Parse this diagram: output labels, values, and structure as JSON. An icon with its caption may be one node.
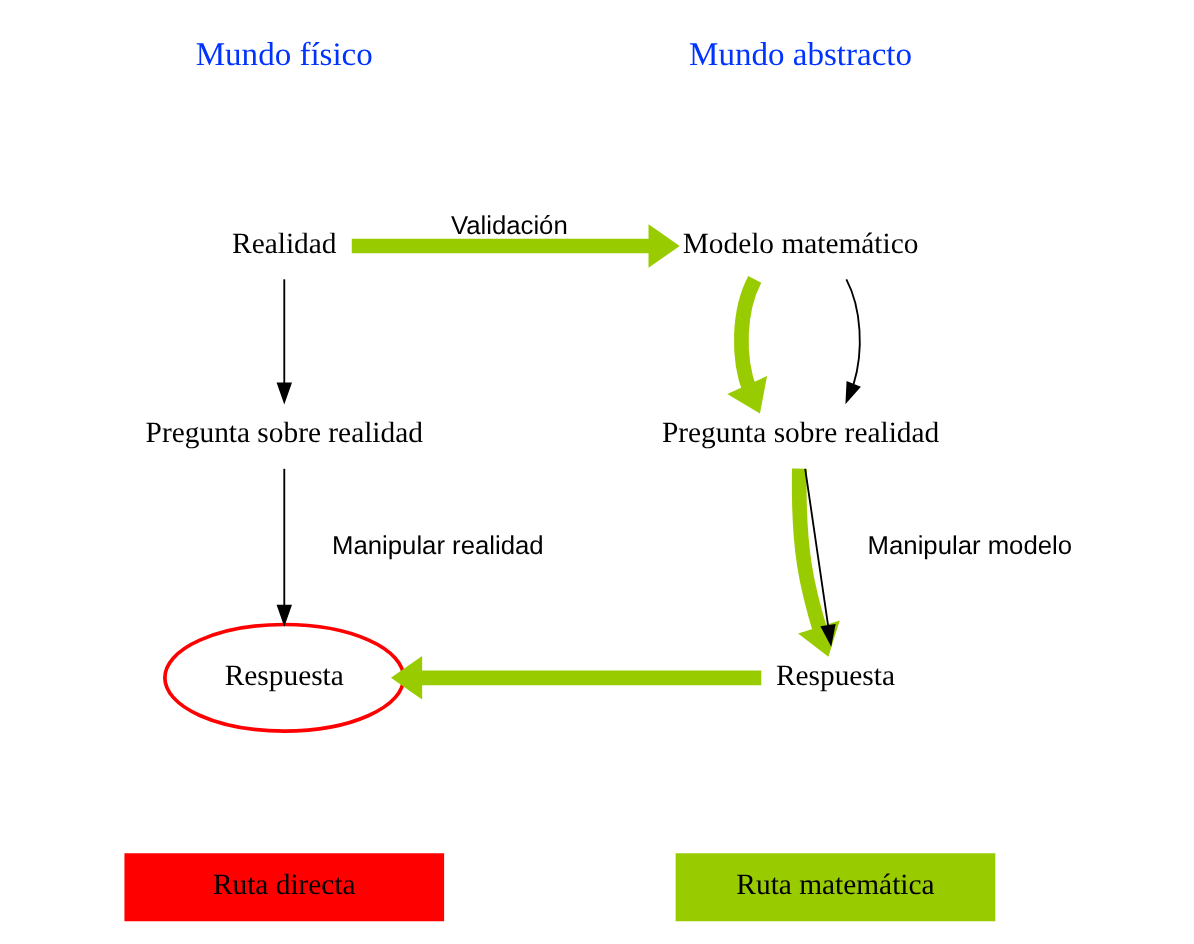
{
  "diagram": {
    "nodes": [
      {
        "text": [
          "Realidad"
        ]
      },
      {
        "text": [
          "Pregunta sobre realidad"
        ]
      },
      {
        "text": [
          "Respuesta"
        ]
      },
      {
        "text": [
          "Modelo matemático"
        ]
      },
      {
        "text": [
          "Pregunta sobre realidad"
        ]
      },
      {
        "text": [
          "Respuesta"
        ]
      }
    ],
    "edges": [
      {
        "from": 0,
        "to": 1,
        "arrow": "to"
      },
      {
        "from": 1,
        "to": 2,
        "arrow": "to",
        "label": "Manipular realidad"
      },
      {
        "from": 0,
        "to": 3,
        "arrow": "to",
        "label": "Validación",
        "style": "thick",
        "color": "#99cc00"
      },
      {
        "from": 3,
        "to": 4,
        "arrow": "to",
        "style": "thick",
        "color": "#99cc00"
      },
      {
        "from": 3,
        "to": 4,
        "arrow": "to"
      },
      {
        "from": 4,
        "to": 5,
        "arrow": "to",
        "style": "thick",
        "color": "#99cc00"
      },
      {
        "from": 4,
        "to": 5,
        "arrow": "to",
        "label": "Manipular modelo"
      },
      {
        "from": 5,
        "to": 2,
        "arrow": "to",
        "style": "thick",
        "color": "#99cc00"
      }
    ],
    "labels": [
      "Mundo físico",
      "Mundo abstracto"
    ],
    "legend": [
      {
        "text": "Ruta directa",
        "color": "#ff0000"
      },
      {
        "text": "Ruta matemática",
        "color": "#99cc00"
      }
    ]
  }
}
